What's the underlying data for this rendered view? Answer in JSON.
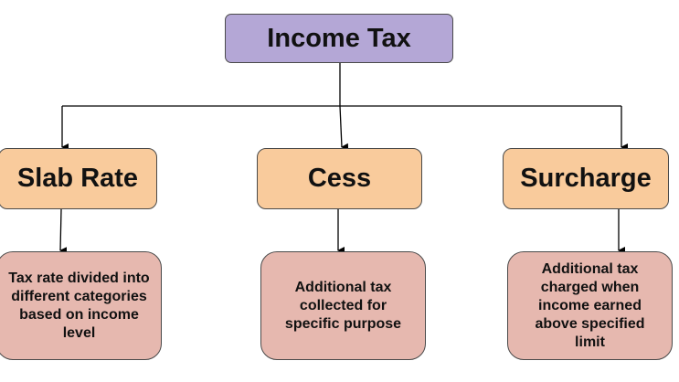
{
  "root": {
    "label": "Income Tax",
    "color": "#b4a7d6"
  },
  "categories": [
    {
      "label": "Slab Rate",
      "description": "Tax rate divided into different categories based on income level"
    },
    {
      "label": "Cess",
      "description": "Additional tax collected for specific purpose"
    },
    {
      "label": "Surcharge",
      "description": "Additional tax charged when income earned above specified limit"
    }
  ],
  "colors": {
    "category_fill": "#f9cb9c",
    "description_fill": "#e6b8af",
    "connector": "#000000"
  },
  "icons": [
    "arrowhead-down"
  ]
}
